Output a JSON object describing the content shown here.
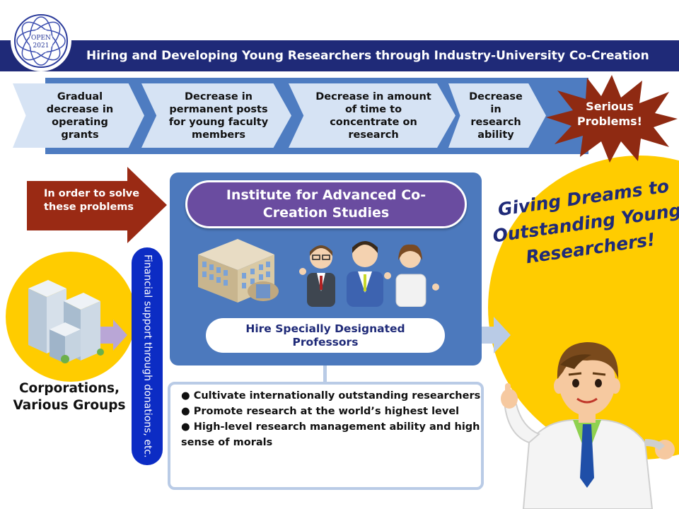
{
  "header": {
    "title": "Hiring and Developing Young Researchers through Industry-University Co-Creation",
    "logo": {
      "line1": "OPEN",
      "line2": "2021"
    }
  },
  "problems": {
    "items": [
      "Gradual decrease in operating grants",
      "Decrease in permanent posts for young faculty members",
      "Decrease in amount of time to concentrate on research",
      "Decrease in research ability"
    ],
    "burst_label": "Serious Problems!"
  },
  "solve_arrow": {
    "label": "In order to solve these problems"
  },
  "institute": {
    "title": "Institute for Advanced Co-Creation Studies",
    "hire_label": "Hire Specially Designated Professors"
  },
  "financial": {
    "label": "Financial support through donations, etc."
  },
  "corporations": {
    "label": "Corporations, Various Groups"
  },
  "outcomes": {
    "items": [
      "Cultivate internationally outstanding researchers",
      "Promote research at the world’s highest level",
      "High-level research management ability and high sense of morals"
    ]
  },
  "dream": {
    "text": "Giving Dreams to Outstanding Young Researchers!"
  },
  "colors": {
    "navy": "#1f2a78",
    "band_blue": "#4e7cc1",
    "chevron_fill": "#d6e3f4",
    "burst_red": "#8f2a12",
    "purple": "#6a4ca0",
    "yellow": "#ffcc00",
    "financial_blue": "#0c2cc4"
  },
  "icons": [
    "open-2021-logo",
    "building-illustration",
    "researchers-illustration",
    "corporate-buildings-illustration",
    "young-researcher-illustration",
    "starburst-shape"
  ]
}
